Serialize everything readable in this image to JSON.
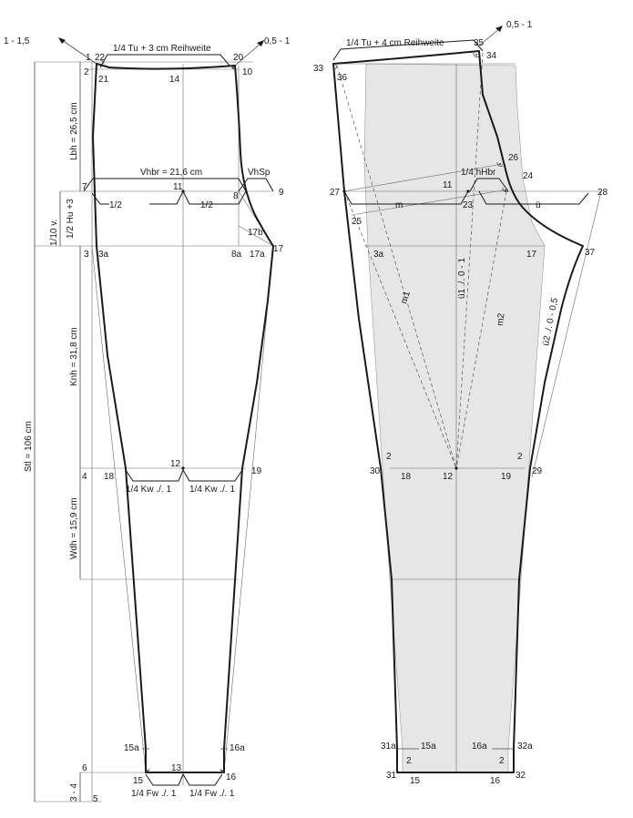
{
  "left": {
    "labels": {
      "tu_reihweite": "1/4 Tu + 3 cm Reihweite",
      "top_left_extension": "1 - 1,5",
      "top_right_extension": "0,5 - 1",
      "lbh": "Lbh = 26,5 cm",
      "hu_rule_a": "1/10 v.",
      "hu_rule_b": "1/2 Hu +3",
      "knh": "Knh = 31,8 cm",
      "wdh": "Wdh = 15,9 cm",
      "stl": "Stl = 106 cm",
      "hem_alloc": "3 - 4",
      "vhbr": "Vhbr = 21,6 cm",
      "vhsp": "VhSp",
      "half_a": "1/2",
      "half_b": "1/2",
      "kw_a": "1/4 Kw ./. 1",
      "kw_b": "1/4 Kw ./. 1",
      "fw_a": "1/4 Fw ./. 1",
      "fw_b": "1/4 Fw ./. 1"
    },
    "points": {
      "p1": "1",
      "p22": "22",
      "p20": "20",
      "p2": "2",
      "p21": "21",
      "p14": "14",
      "p10": "10",
      "p7": "7",
      "p11": "11",
      "p8": "8",
      "p9": "9",
      "p17b": "17b",
      "p3": "3",
      "p3a": "3a",
      "p8a": "8a",
      "p17a": "17a",
      "p17": "17",
      "p12": "12",
      "p4": "4",
      "p18": "18",
      "p19": "19",
      "p15a": "15a",
      "p16a": "16a",
      "p6": "6",
      "p13": "13",
      "p15": "15",
      "p16": "16",
      "p5": "5"
    }
  },
  "right": {
    "labels": {
      "tu_reihweite": "1/4 Tu + 4 cm Reihweite",
      "top_right_extension": "0,5 - 1",
      "hhbr": "1/4 hHbr",
      "m": "m",
      "ue": "ü",
      "m1": "m1",
      "m2": "m2",
      "ue1": "ü1 ./. 0 - 1",
      "ue2": "ü2 ./. 0 - 0,5",
      "two_a": "2",
      "two_b": "2",
      "two_c": "2",
      "two_d": "2"
    },
    "points": {
      "p35": "35",
      "p33": "33",
      "p36": "36",
      "p34": "34",
      "p26": "26",
      "p24": "24",
      "p27": "27",
      "p11": "11",
      "p23": "23",
      "p28": "28",
      "p25": "25",
      "p3a": "3a",
      "p17": "17",
      "p37": "37",
      "p30": "30",
      "p18": "18",
      "p12": "12",
      "p19": "19",
      "p29": "29",
      "p31a": "31a",
      "p15a": "15a",
      "p16a": "16a",
      "p32a": "32a",
      "p31": "31",
      "p15": "15",
      "p16": "16",
      "p32": "32"
    }
  }
}
